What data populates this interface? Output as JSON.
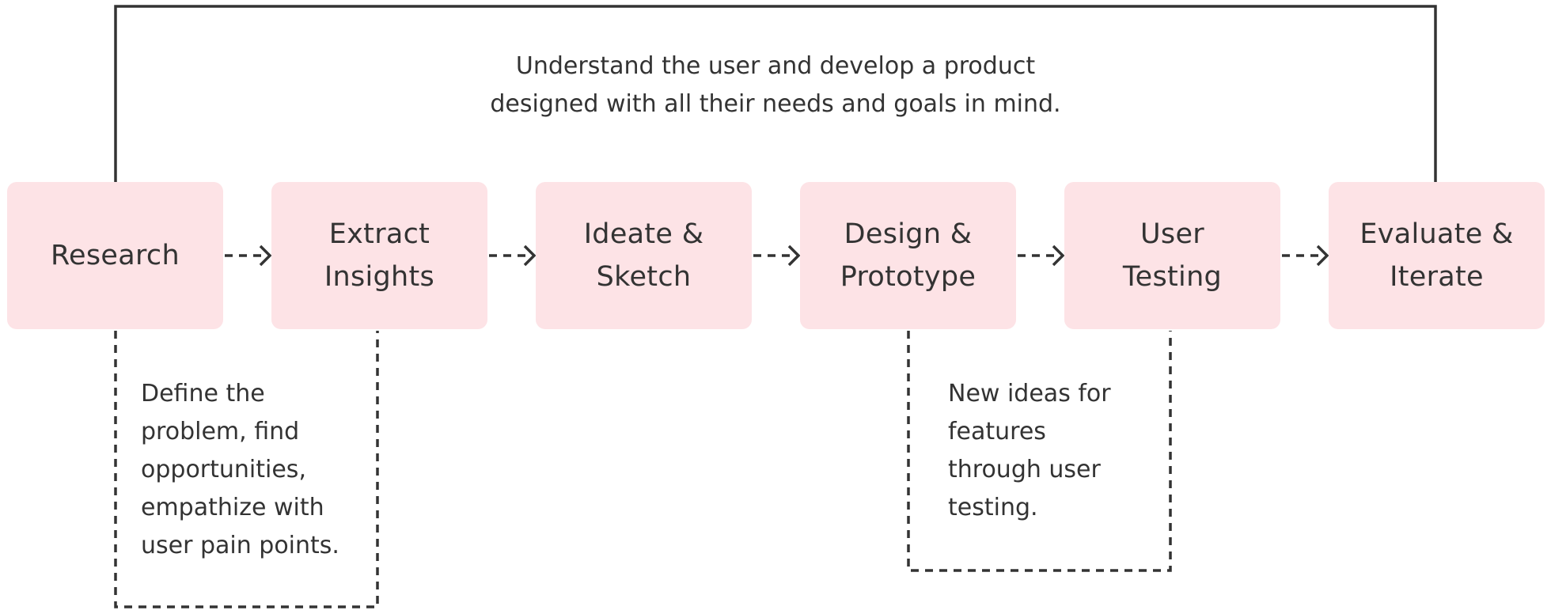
{
  "diagram": {
    "loop_caption": [
      "Understand the user and develop a product",
      "designed with all their needs and goals in mind."
    ],
    "steps": [
      {
        "lines": [
          "Research"
        ]
      },
      {
        "lines": [
          "Extract",
          "Insights"
        ]
      },
      {
        "lines": [
          "Ideate &",
          "Sketch"
        ]
      },
      {
        "lines": [
          "Design &",
          "Prototype"
        ]
      },
      {
        "lines": [
          "User",
          "Testing"
        ]
      },
      {
        "lines": [
          "Evaluate &",
          "Iterate"
        ]
      }
    ],
    "notes": {
      "define": [
        "Define the",
        "problem, find",
        "opportunities,",
        "empathize with",
        "user pain points."
      ],
      "new_ideas": [
        "New ideas for",
        "features",
        "through user",
        "testing."
      ]
    },
    "colors": {
      "box_fill": "#fde3e6",
      "line": "#333333"
    }
  }
}
